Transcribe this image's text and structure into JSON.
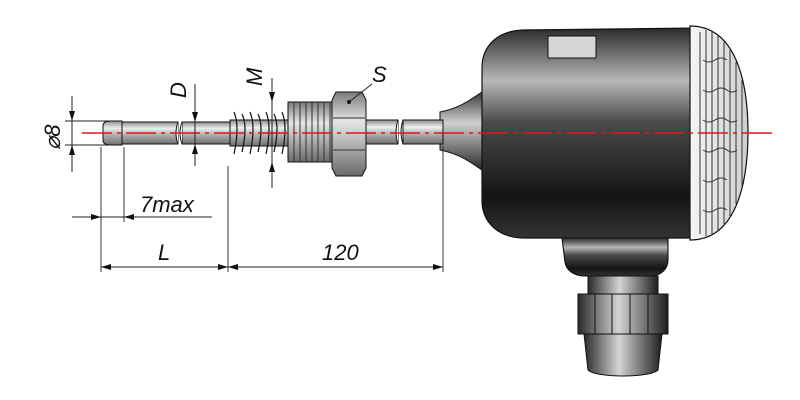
{
  "labels": {
    "diameter": "⌀8",
    "D": "D",
    "M": "M",
    "S": "S",
    "tip_max": "7max",
    "L": "L",
    "length_120": "120"
  },
  "colors": {
    "axis_line": "#e0141e",
    "housing_dark": "#1a1a1a",
    "housing_light": "#d0d0d0",
    "metal": "#a8a8a8",
    "dimension": "#111111"
  }
}
